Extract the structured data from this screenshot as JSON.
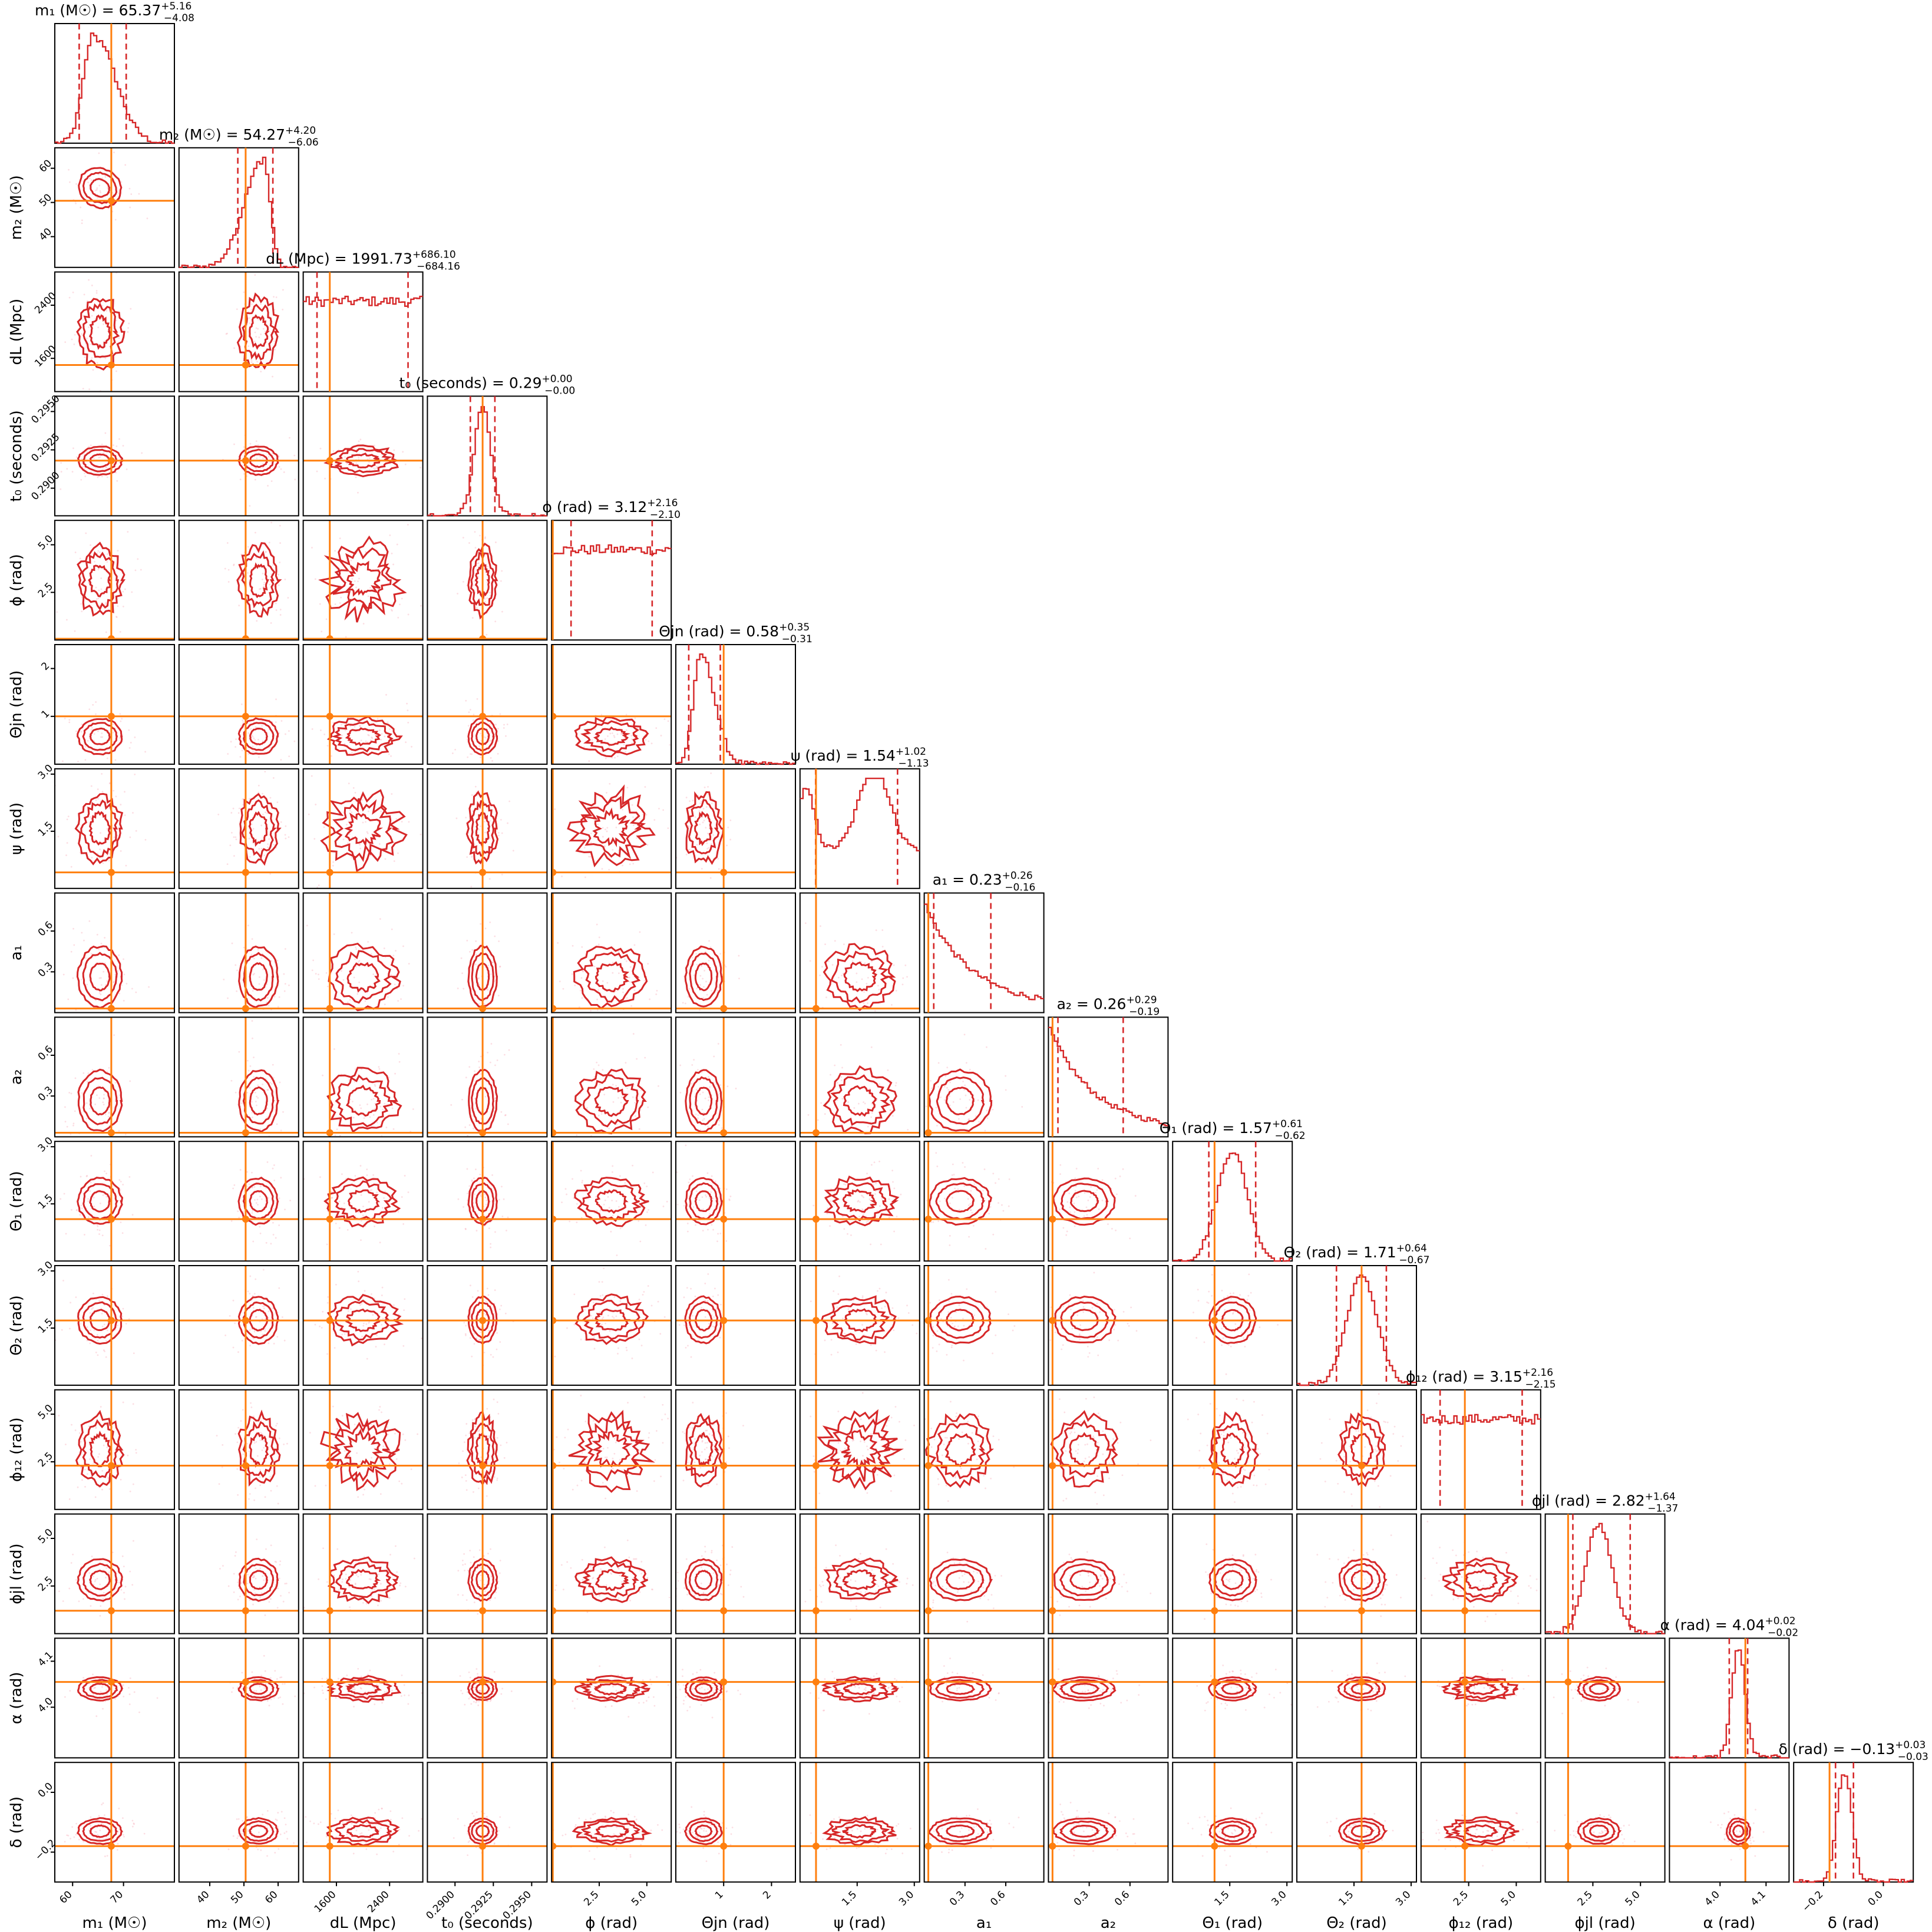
{
  "chart_data": {
    "type": "corner",
    "colors": {
      "posterior": "#d62728",
      "truth": "#ff7f0e",
      "samples": "#f7a1b0"
    },
    "grid": false,
    "parameters": [
      {
        "key": "m1",
        "label": "m₁ (M☉)",
        "title": "m₁ (M☉) = 65.37",
        "title_plus": "+5.16",
        "title_minus": "−4.08",
        "median": 65.37,
        "q_low": 61.29,
        "q_high": 70.53,
        "truth": 67.6,
        "range": [
          56.5,
          80.0
        ],
        "ticks": [
          60,
          70
        ],
        "tick_labels": [
          "60",
          "70"
        ],
        "hist": "skew",
        "spread": 0.17
      },
      {
        "key": "m2",
        "label": "m₂ (M☉)",
        "title": "m₂ (M☉) = 54.27",
        "title_plus": "+4.20",
        "title_minus": "−6.06",
        "median": 54.27,
        "q_low": 48.21,
        "q_high": 58.47,
        "truth": 50.5,
        "range": [
          31.0,
          66.0
        ],
        "ticks": [
          40,
          50,
          60
        ],
        "tick_labels": [
          "40",
          "50",
          "60"
        ],
        "hist": "leftskew",
        "spread": 0.15
      },
      {
        "key": "dL",
        "label": "dL (Mpc)",
        "title": "dL (Mpc) = 1991.73",
        "title_plus": "+686.10",
        "title_minus": "−684.16",
        "median": 1991.73,
        "q_low": 1307.57,
        "q_high": 2677.83,
        "truth": 1500.0,
        "range": [
          1100.0,
          2900.0
        ],
        "ticks": [
          1600,
          2400
        ],
        "tick_labels": [
          "1600",
          "2400"
        ],
        "hist": "flat",
        "spread": 0.3
      },
      {
        "key": "t0",
        "label": "t₀ (seconds)",
        "title": "t₀ (seconds) = 0.29",
        "title_plus": "+0.00",
        "title_minus": "−0.00",
        "median": 0.2918,
        "q_low": 0.291,
        "q_high": 0.2926,
        "truth": 0.2918,
        "range": [
          0.2882,
          0.296
        ],
        "ticks": [
          0.29,
          0.2925,
          0.295
        ],
        "tick_labels": [
          "0.2900",
          "0.2925",
          "0.2950"
        ],
        "hist": "peak",
        "spread": 0.11
      },
      {
        "key": "phi",
        "label": "ϕ (rad)",
        "title": "ϕ (rad) = 3.12",
        "title_plus": "+2.16",
        "title_minus": "−2.10",
        "median": 3.12,
        "q_low": 1.02,
        "q_high": 5.28,
        "truth": 0.0,
        "range": [
          0.0,
          6.28
        ],
        "ticks": [
          2.5,
          5.0
        ],
        "tick_labels": [
          "2.5",
          "5.0"
        ],
        "hist": "flat",
        "spread": 0.3
      },
      {
        "key": "theta_jn",
        "label": "Θjn (rad)",
        "title": "Θjn (rad) = 0.58",
        "title_plus": "+0.35",
        "title_minus": "−0.31",
        "median": 0.58,
        "q_low": 0.27,
        "q_high": 0.93,
        "truth": 1.0,
        "range": [
          0.0,
          2.5
        ],
        "ticks": [
          1,
          2
        ],
        "tick_labels": [
          "1",
          "2"
        ],
        "hist": "rightskew",
        "spread": 0.14
      },
      {
        "key": "psi",
        "label": "ψ (rad)",
        "title": "ψ (rad) = 1.54",
        "title_plus": "+1.02",
        "title_minus": "−1.13",
        "median": 1.54,
        "q_low": 0.41,
        "q_high": 2.56,
        "truth": 0.42,
        "range": [
          0.0,
          3.14
        ],
        "ticks": [
          1.5,
          3.0
        ],
        "tick_labels": [
          "1.5",
          "3.0"
        ],
        "hist": "bimodal",
        "spread": 0.3
      },
      {
        "key": "a1",
        "label": "a₁",
        "title": "a₁ = 0.23",
        "title_plus": "+0.26",
        "title_minus": "−0.16",
        "median": 0.23,
        "q_low": 0.07,
        "q_high": 0.49,
        "truth": 0.03,
        "range": [
          0.0,
          0.88
        ],
        "ticks": [
          0.3,
          0.6
        ],
        "tick_labels": [
          "0.3",
          "0.6"
        ],
        "hist": "decay",
        "spread": 0.25
      },
      {
        "key": "a2",
        "label": "a₂",
        "title": "a₂ = 0.26",
        "title_plus": "+0.29",
        "title_minus": "−0.19",
        "median": 0.26,
        "q_low": 0.07,
        "q_high": 0.55,
        "truth": 0.03,
        "range": [
          0.0,
          0.88
        ],
        "ticks": [
          0.3,
          0.6
        ],
        "tick_labels": [
          "0.3",
          "0.6"
        ],
        "hist": "decay",
        "spread": 0.25
      },
      {
        "key": "theta1",
        "label": "Θ₁ (rad)",
        "title": "Θ₁ (rad) = 1.57",
        "title_plus": "+0.61",
        "title_minus": "−0.62",
        "median": 1.57,
        "q_low": 0.95,
        "q_high": 2.18,
        "truth": 1.1,
        "range": [
          0.0,
          3.14
        ],
        "ticks": [
          1.5,
          3.0
        ],
        "tick_labels": [
          "1.5",
          "3.0"
        ],
        "hist": "gauss",
        "spread": 0.18
      },
      {
        "key": "theta2",
        "label": "Θ₂ (rad)",
        "title": "Θ₂ (rad) = 1.71",
        "title_plus": "+0.64",
        "title_minus": "−0.67",
        "median": 1.71,
        "q_low": 1.04,
        "q_high": 2.35,
        "truth": 1.7,
        "range": [
          0.0,
          3.14
        ],
        "ticks": [
          1.5,
          3.0
        ],
        "tick_labels": [
          "1.5",
          "3.0"
        ],
        "hist": "gauss",
        "spread": 0.18
      },
      {
        "key": "phi12",
        "label": "ϕ₁₂ (rad)",
        "title": "ϕ₁₂ (rad) = 3.15",
        "title_plus": "+2.16",
        "title_minus": "−2.15",
        "median": 3.15,
        "q_low": 1.0,
        "q_high": 5.31,
        "truth": 2.3,
        "range": [
          0.0,
          6.28
        ],
        "ticks": [
          2.5,
          5.0
        ],
        "tick_labels": [
          "2.5",
          "5.0"
        ],
        "hist": "flat",
        "spread": 0.3
      },
      {
        "key": "phi_jl",
        "label": "ϕjl (rad)",
        "title": "ϕjl (rad) = 2.82",
        "title_plus": "+1.64",
        "title_minus": "−1.37",
        "median": 2.82,
        "q_low": 1.45,
        "q_high": 4.46,
        "truth": 1.2,
        "range": [
          0.0,
          6.28
        ],
        "ticks": [
          2.5,
          5.0
        ],
        "tick_labels": [
          "2.5",
          "5.0"
        ],
        "hist": "gauss",
        "spread": 0.16
      },
      {
        "key": "alpha",
        "label": "α (rad)",
        "title": "α (rad) = 4.04",
        "title_plus": "+0.02",
        "title_minus": "−0.02",
        "median": 4.04,
        "q_low": 4.02,
        "q_high": 4.06,
        "truth": 4.055,
        "range": [
          3.89,
          4.15
        ],
        "ticks": [
          4.0,
          4.1
        ],
        "tick_labels": [
          "4.0",
          "4.1"
        ],
        "hist": "peak",
        "spread": 0.09
      },
      {
        "key": "delta",
        "label": "δ (rad)",
        "title": "δ (rad) = −0.13",
        "title_plus": "+0.03",
        "title_minus": "−0.03",
        "median": -0.13,
        "q_low": -0.16,
        "q_high": -0.1,
        "truth": -0.18,
        "range": [
          -0.3,
          0.1
        ],
        "ticks": [
          -0.2,
          0.0
        ],
        "tick_labels": [
          "−0.2",
          "0.0"
        ],
        "hist": "peak",
        "spread": 0.1
      }
    ]
  }
}
